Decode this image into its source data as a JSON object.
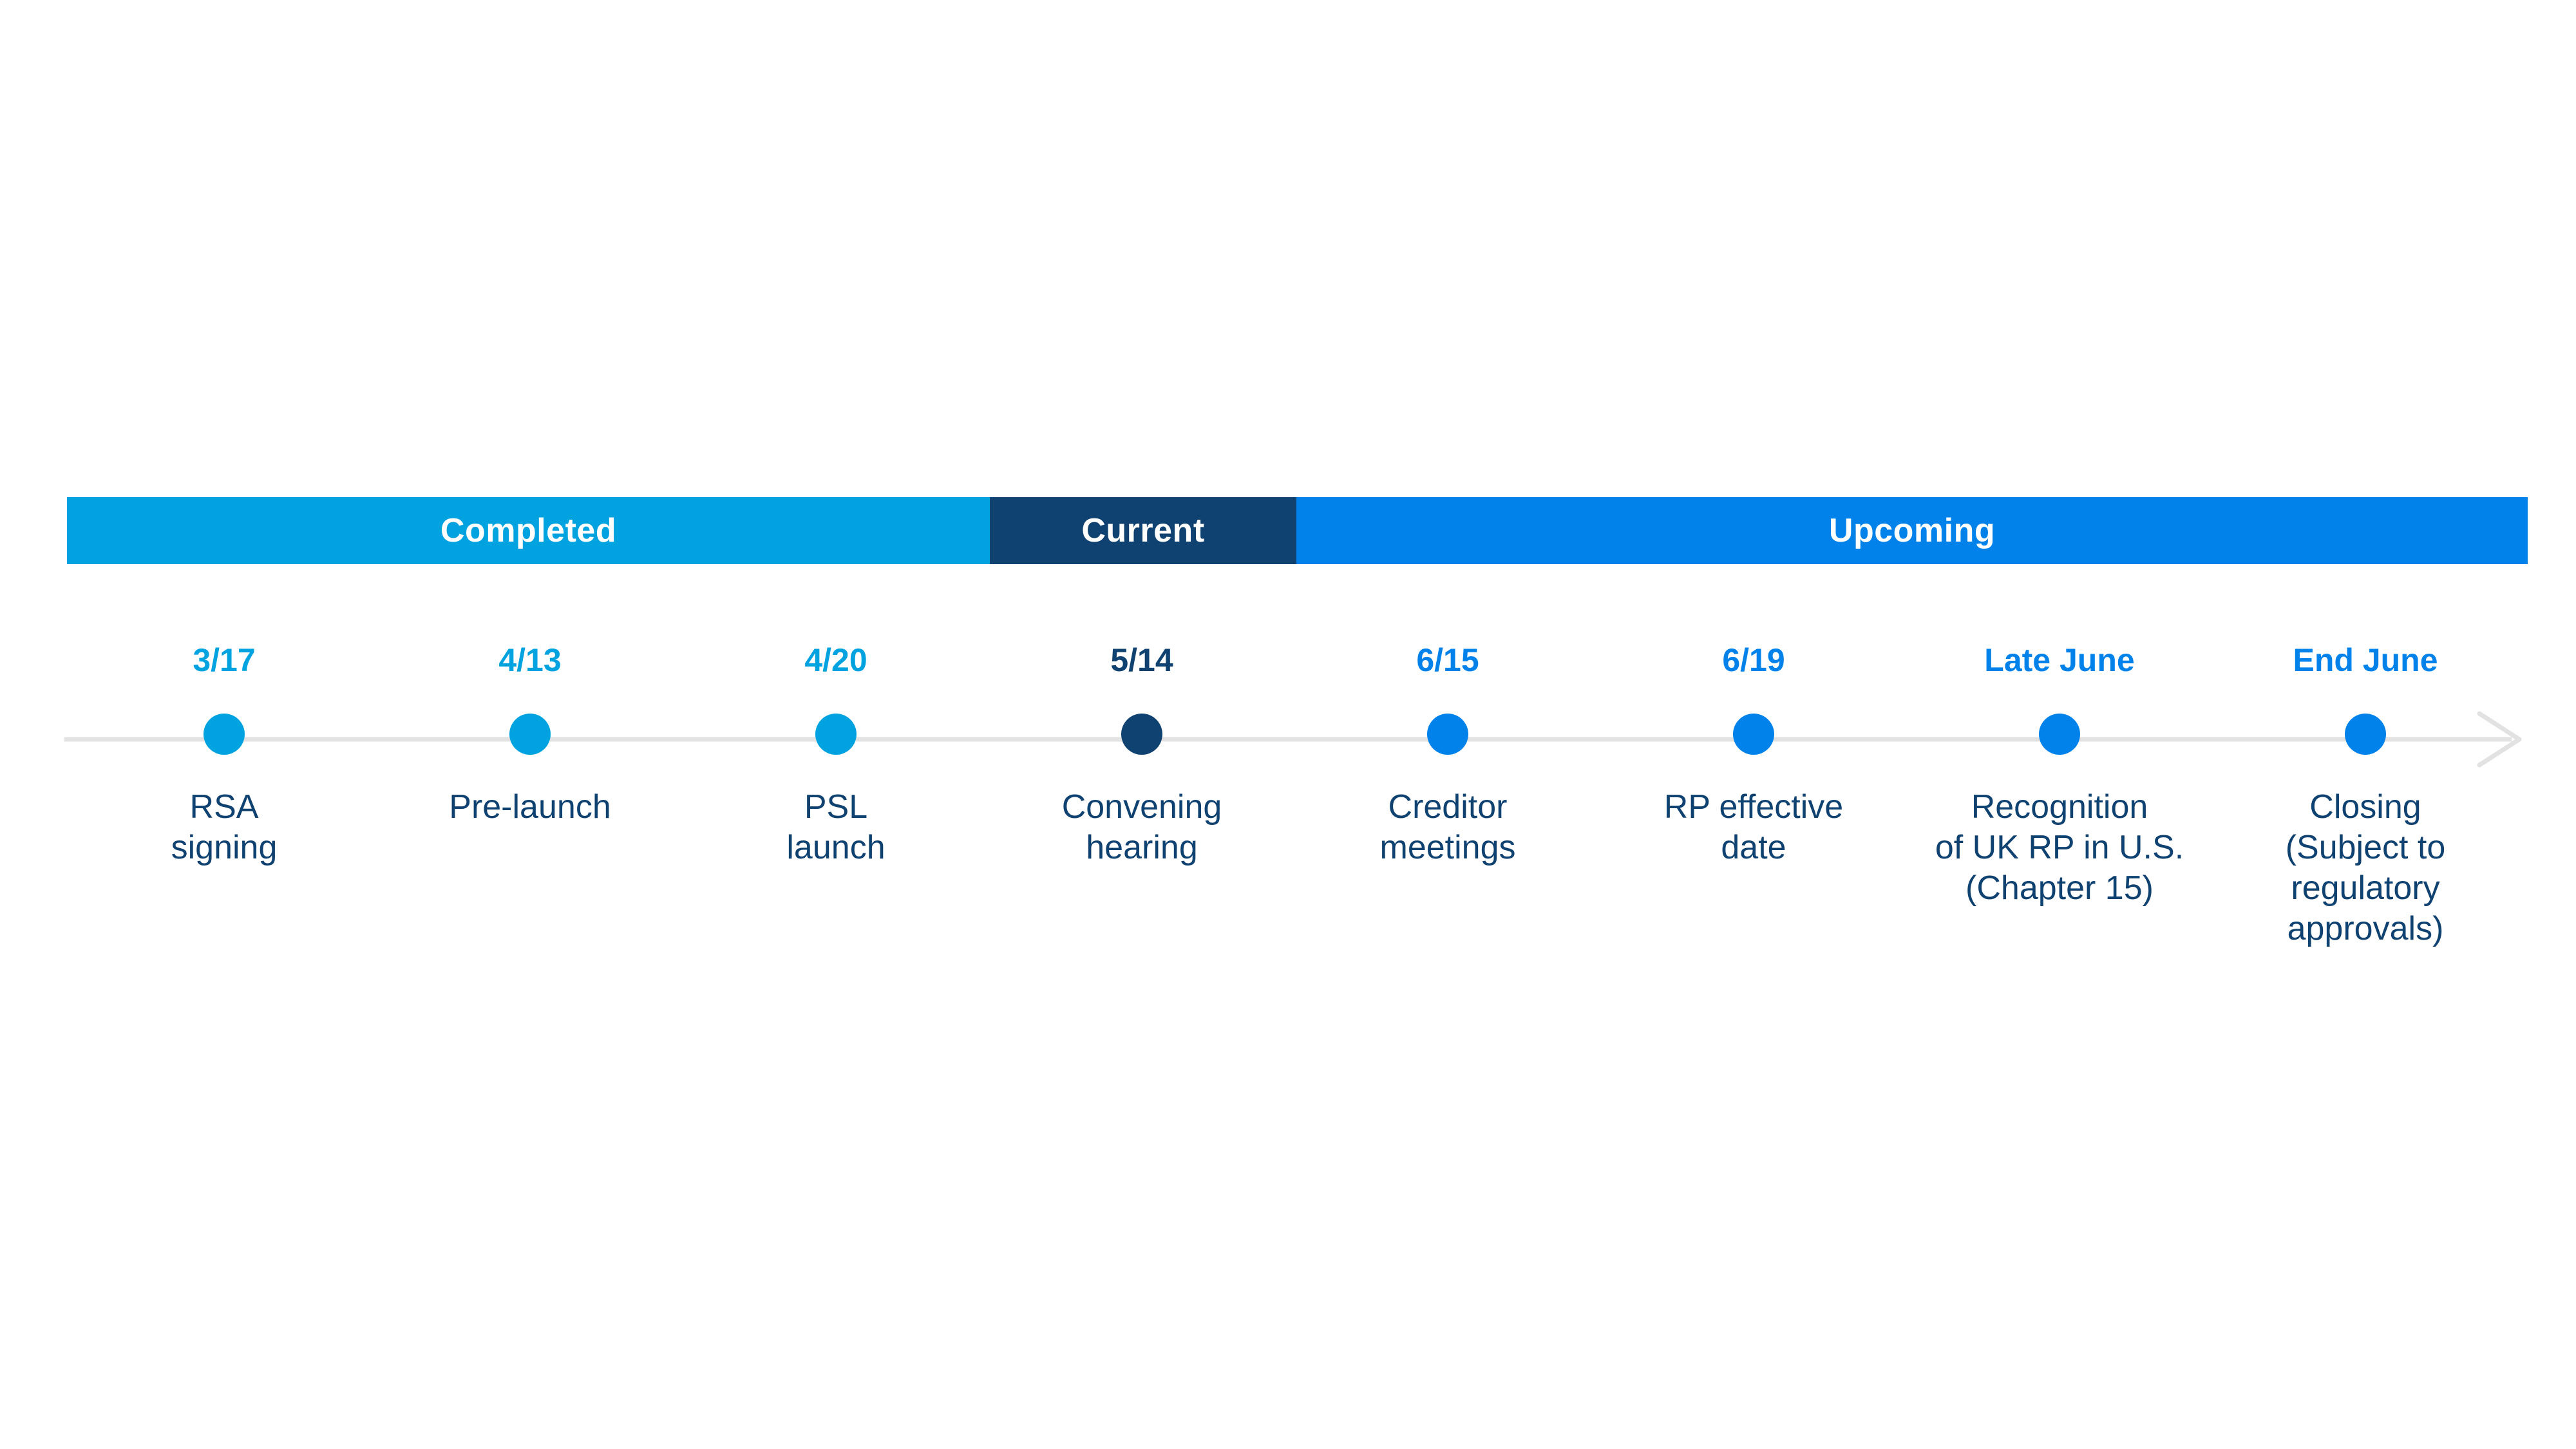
{
  "colors": {
    "completed": "#00a3df",
    "current": "#0f4270",
    "upcoming": "#0082ea",
    "axis": "#e2e2e2",
    "label_text": "#0f4270"
  },
  "phases": {
    "completed": {
      "label": "Completed"
    },
    "current": {
      "label": "Current"
    },
    "upcoming": {
      "label": "Upcoming"
    }
  },
  "milestones": [
    {
      "date": "3/17",
      "label_lines": [
        "RSA",
        "signing"
      ],
      "status": "completed"
    },
    {
      "date": "4/13",
      "label_lines": [
        "Pre-launch"
      ],
      "status": "completed"
    },
    {
      "date": "4/20",
      "label_lines": [
        "PSL",
        "launch"
      ],
      "status": "completed"
    },
    {
      "date": "5/14",
      "label_lines": [
        "Convening",
        "hearing"
      ],
      "status": "current"
    },
    {
      "date": "6/15",
      "label_lines": [
        "Creditor",
        "meetings"
      ],
      "status": "upcoming"
    },
    {
      "date": "6/19",
      "label_lines": [
        "RP effective",
        "date"
      ],
      "status": "upcoming"
    },
    {
      "date": "Late June",
      "label_lines": [
        "Recognition",
        "of UK RP in U.S.",
        "(Chapter 15)"
      ],
      "status": "upcoming"
    },
    {
      "date": "End June",
      "label_lines": [
        "Closing",
        "(Subject to",
        "regulatory",
        "approvals)"
      ],
      "status": "upcoming"
    }
  ]
}
